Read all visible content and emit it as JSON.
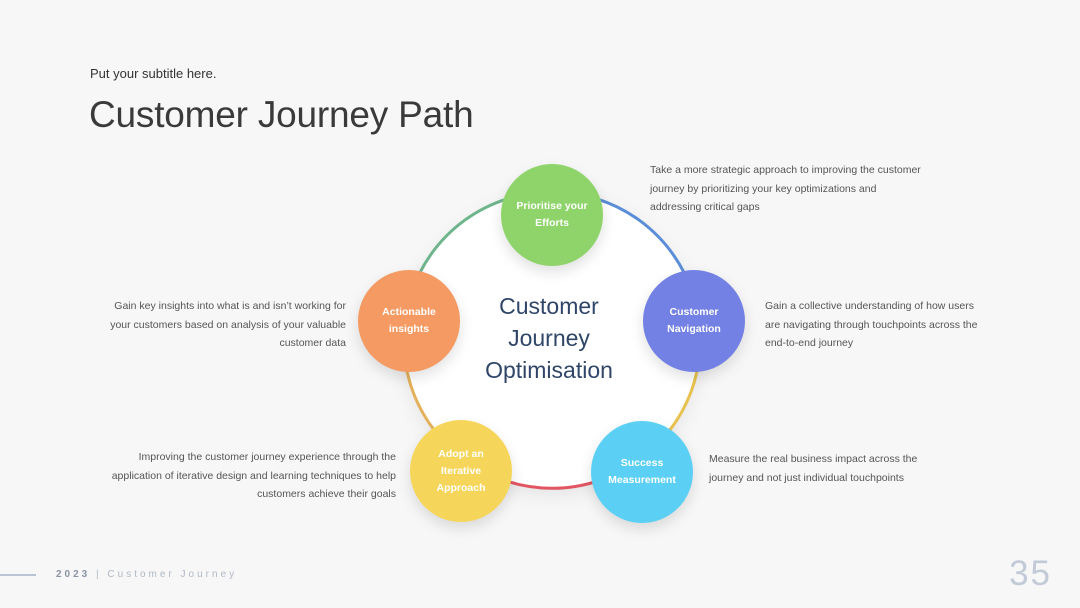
{
  "header": {
    "subtitle": "Put your subtitle here.",
    "title": "Customer Journey Path"
  },
  "diagram": {
    "center_lines": [
      "Customer",
      "Journey",
      "Optimisation"
    ],
    "nodes": [
      {
        "id": "prioritise",
        "lines": [
          "Prioritise your",
          "Efforts"
        ],
        "color": "#8fd46a",
        "desc": [
          "Take a more strategic approach to improving the customer",
          "journey by prioritizing your key optimizations and",
          "addressing critical gaps"
        ]
      },
      {
        "id": "navigation",
        "lines": [
          "Customer",
          "Navigation"
        ],
        "color": "#7281e3",
        "desc": [
          "Gain a collective understanding of how users",
          "are navigating through touchpoints across the",
          "end-to-end journey"
        ]
      },
      {
        "id": "measurement",
        "lines": [
          "Success",
          "Measurement"
        ],
        "color": "#5bd0f4",
        "desc": [
          "Measure the real business impact across the",
          "journey and not just individual touchpoints"
        ]
      },
      {
        "id": "iterative",
        "lines": [
          "Adopt an Iterative",
          "Approach"
        ],
        "color": "#f6d65a",
        "desc": [
          "Improving the customer journey experience through the",
          "application of iterative design and learning techniques to help",
          "customers achieve their goals"
        ]
      },
      {
        "id": "insights",
        "lines": [
          "Actionable",
          "insights"
        ],
        "color": "#f49a62",
        "desc": [
          "Gain key insights into what is and isn’t working for",
          "your customers based on analysis of your valuable",
          "customer data"
        ]
      }
    ],
    "ring_colors": {
      "top_right": "#5b8ed8",
      "right": "#e8c24e",
      "bottom": "#e25563",
      "left": "#e4b15a",
      "top_left": "#6fb58c"
    }
  },
  "footer": {
    "year": "2023",
    "separator": "|",
    "label": "Customer Journey",
    "page_number": "35"
  }
}
